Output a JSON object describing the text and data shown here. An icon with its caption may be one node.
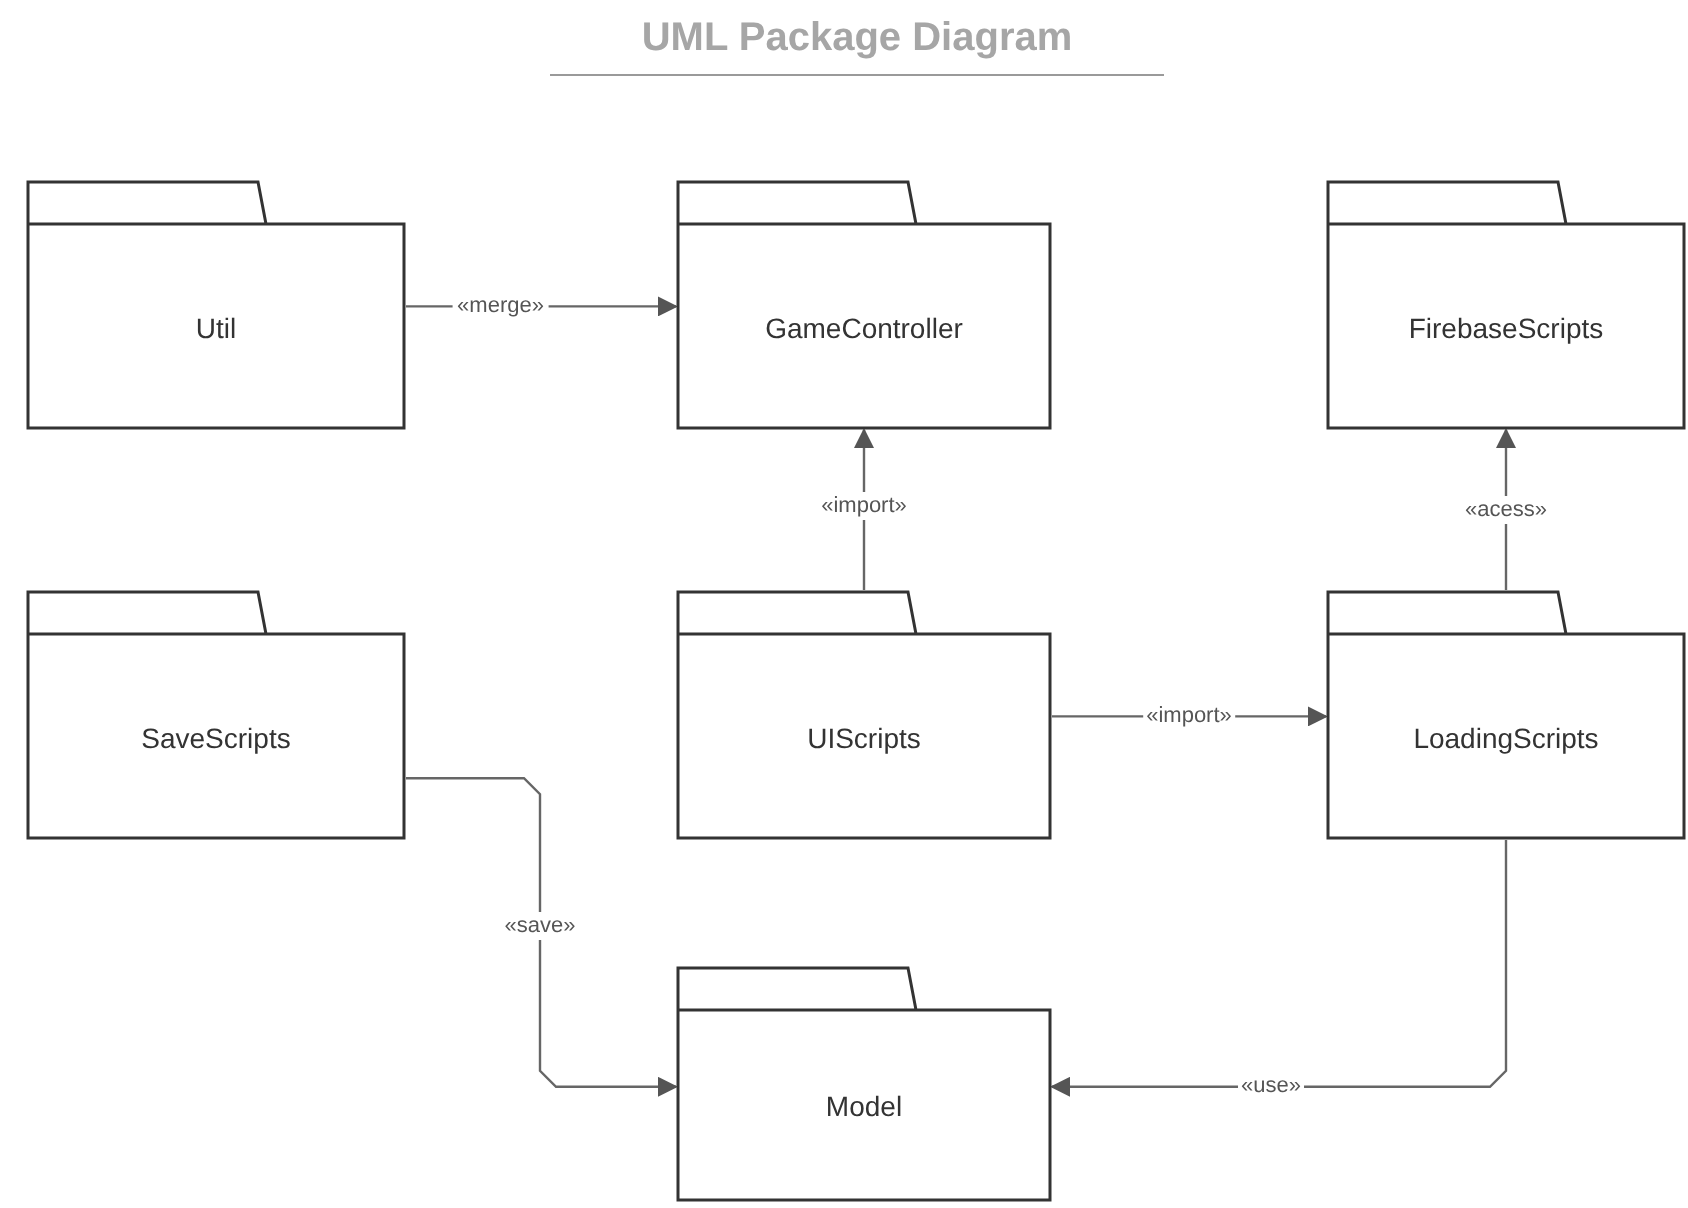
{
  "diagram": {
    "title": "UML Package Diagram",
    "nodes": [
      {
        "text": [
          "Util"
        ]
      },
      {
        "text": [
          "GameController"
        ]
      },
      {
        "text": [
          "FirebaseScripts"
        ]
      },
      {
        "text": [
          "SaveScripts"
        ]
      },
      {
        "text": [
          "UIScripts"
        ]
      },
      {
        "text": [
          "LoadingScripts"
        ]
      },
      {
        "text": [
          "Model"
        ]
      }
    ],
    "edges": [
      {
        "from": 0,
        "to": 1,
        "arrow": "to",
        "label": "«merge»"
      },
      {
        "from": 4,
        "to": 1,
        "arrow": "to",
        "label": "«import»"
      },
      {
        "from": 5,
        "to": 2,
        "arrow": "to",
        "label": "«acess»"
      },
      {
        "from": 4,
        "to": 5,
        "arrow": "to",
        "label": "«import»"
      },
      {
        "from": 3,
        "to": 6,
        "arrow": "to",
        "label": "«save»"
      },
      {
        "from": 5,
        "to": 6,
        "arrow": "to",
        "label": "«use»"
      }
    ]
  }
}
